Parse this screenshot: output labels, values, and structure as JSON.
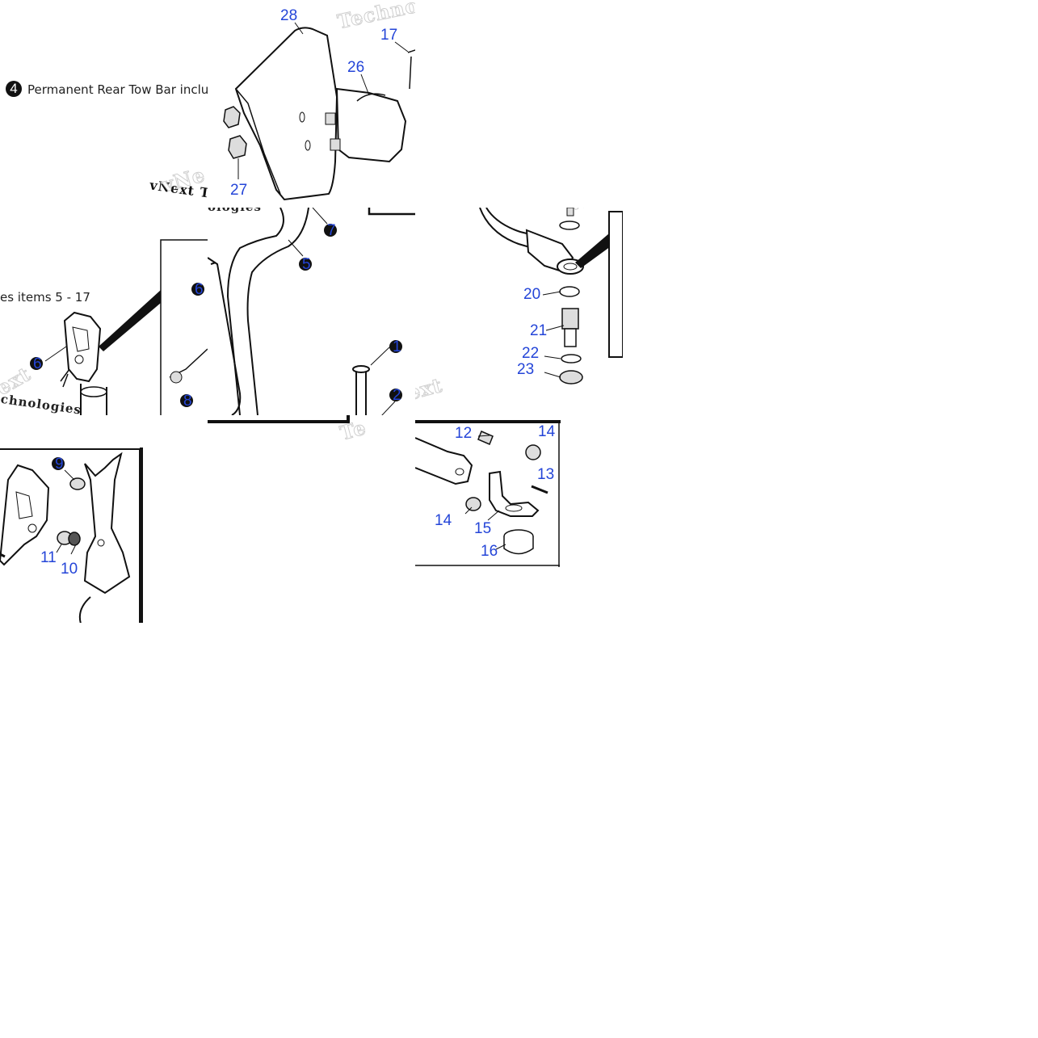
{
  "notes": {
    "tow_bar_marker": "4",
    "tow_bar_text": "Permanent Rear Tow Bar include",
    "items_text": "es items 5 - 17"
  },
  "watermarks": {
    "w1": "Techno",
    "w2": "vNext Tec",
    "w3": "ologies",
    "w4": "vNe",
    "w5": "vNe",
    "w6": "ext",
    "w7": "echnologies",
    "w8": "Te",
    "w9": "ext"
  },
  "callouts": {
    "c28": "28",
    "c26": "26",
    "c17": "17",
    "c27": "27",
    "c7": "7",
    "c5": "5",
    "c1": "1",
    "c2": "2",
    "c6a": "6",
    "c6b": "6",
    "c8": "8",
    "c20": "20",
    "c21": "21",
    "c22": "22",
    "c23": "23",
    "c9": "9",
    "c11": "11",
    "c10": "10",
    "c12": "12",
    "c14a": "14",
    "c13": "13",
    "c14b": "14",
    "c15": "15",
    "c16": "16"
  },
  "colors": {
    "callout": "#2445d8",
    "line": "#111111",
    "watermark": "#e6e6e6"
  }
}
